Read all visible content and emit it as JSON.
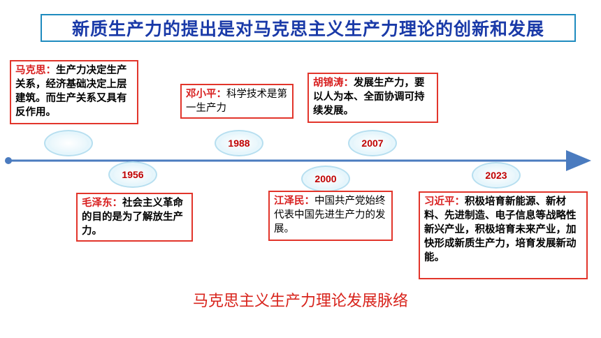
{
  "title": "新质生产力的提出是对马克思主义生产力理论的创新和发展",
  "milestones": [
    {
      "name": "马克思：",
      "text": "生产力决定生产关系，经济基础决定上层建筑。而生产关系又具有反作用。",
      "year": ""
    },
    {
      "name": "毛泽东：",
      "text": "社会主义革命的目的是为了解放生产力。",
      "year": "1956"
    },
    {
      "name": "邓小平：",
      "text": "科学技术是第一生产力",
      "year": "1988"
    },
    {
      "name": "江泽民：",
      "text": "中国共产党始终代表中国先进生产力的发展。",
      "year": "2000"
    },
    {
      "name": "胡锦涛：",
      "text": "发展生产力，要以人为本、全面协调可持续发展。",
      "year": "2007"
    },
    {
      "name": "习近平：",
      "text": "积极培育新能源、新材料、先进制造、电子信息等战略性新兴产业，积极培育未来产业，加快形成新质生产力，培育发展新动能。",
      "year": "2023"
    }
  ],
  "footer": "马克思主义生产力理论发展脉络",
  "colors": {
    "title": "#1a3aa8",
    "title_border": "#1f8bbf",
    "arrow": "#4a7bbf",
    "card_border": "#e2352b",
    "name": "#d81e1e",
    "year": "#c00000"
  }
}
